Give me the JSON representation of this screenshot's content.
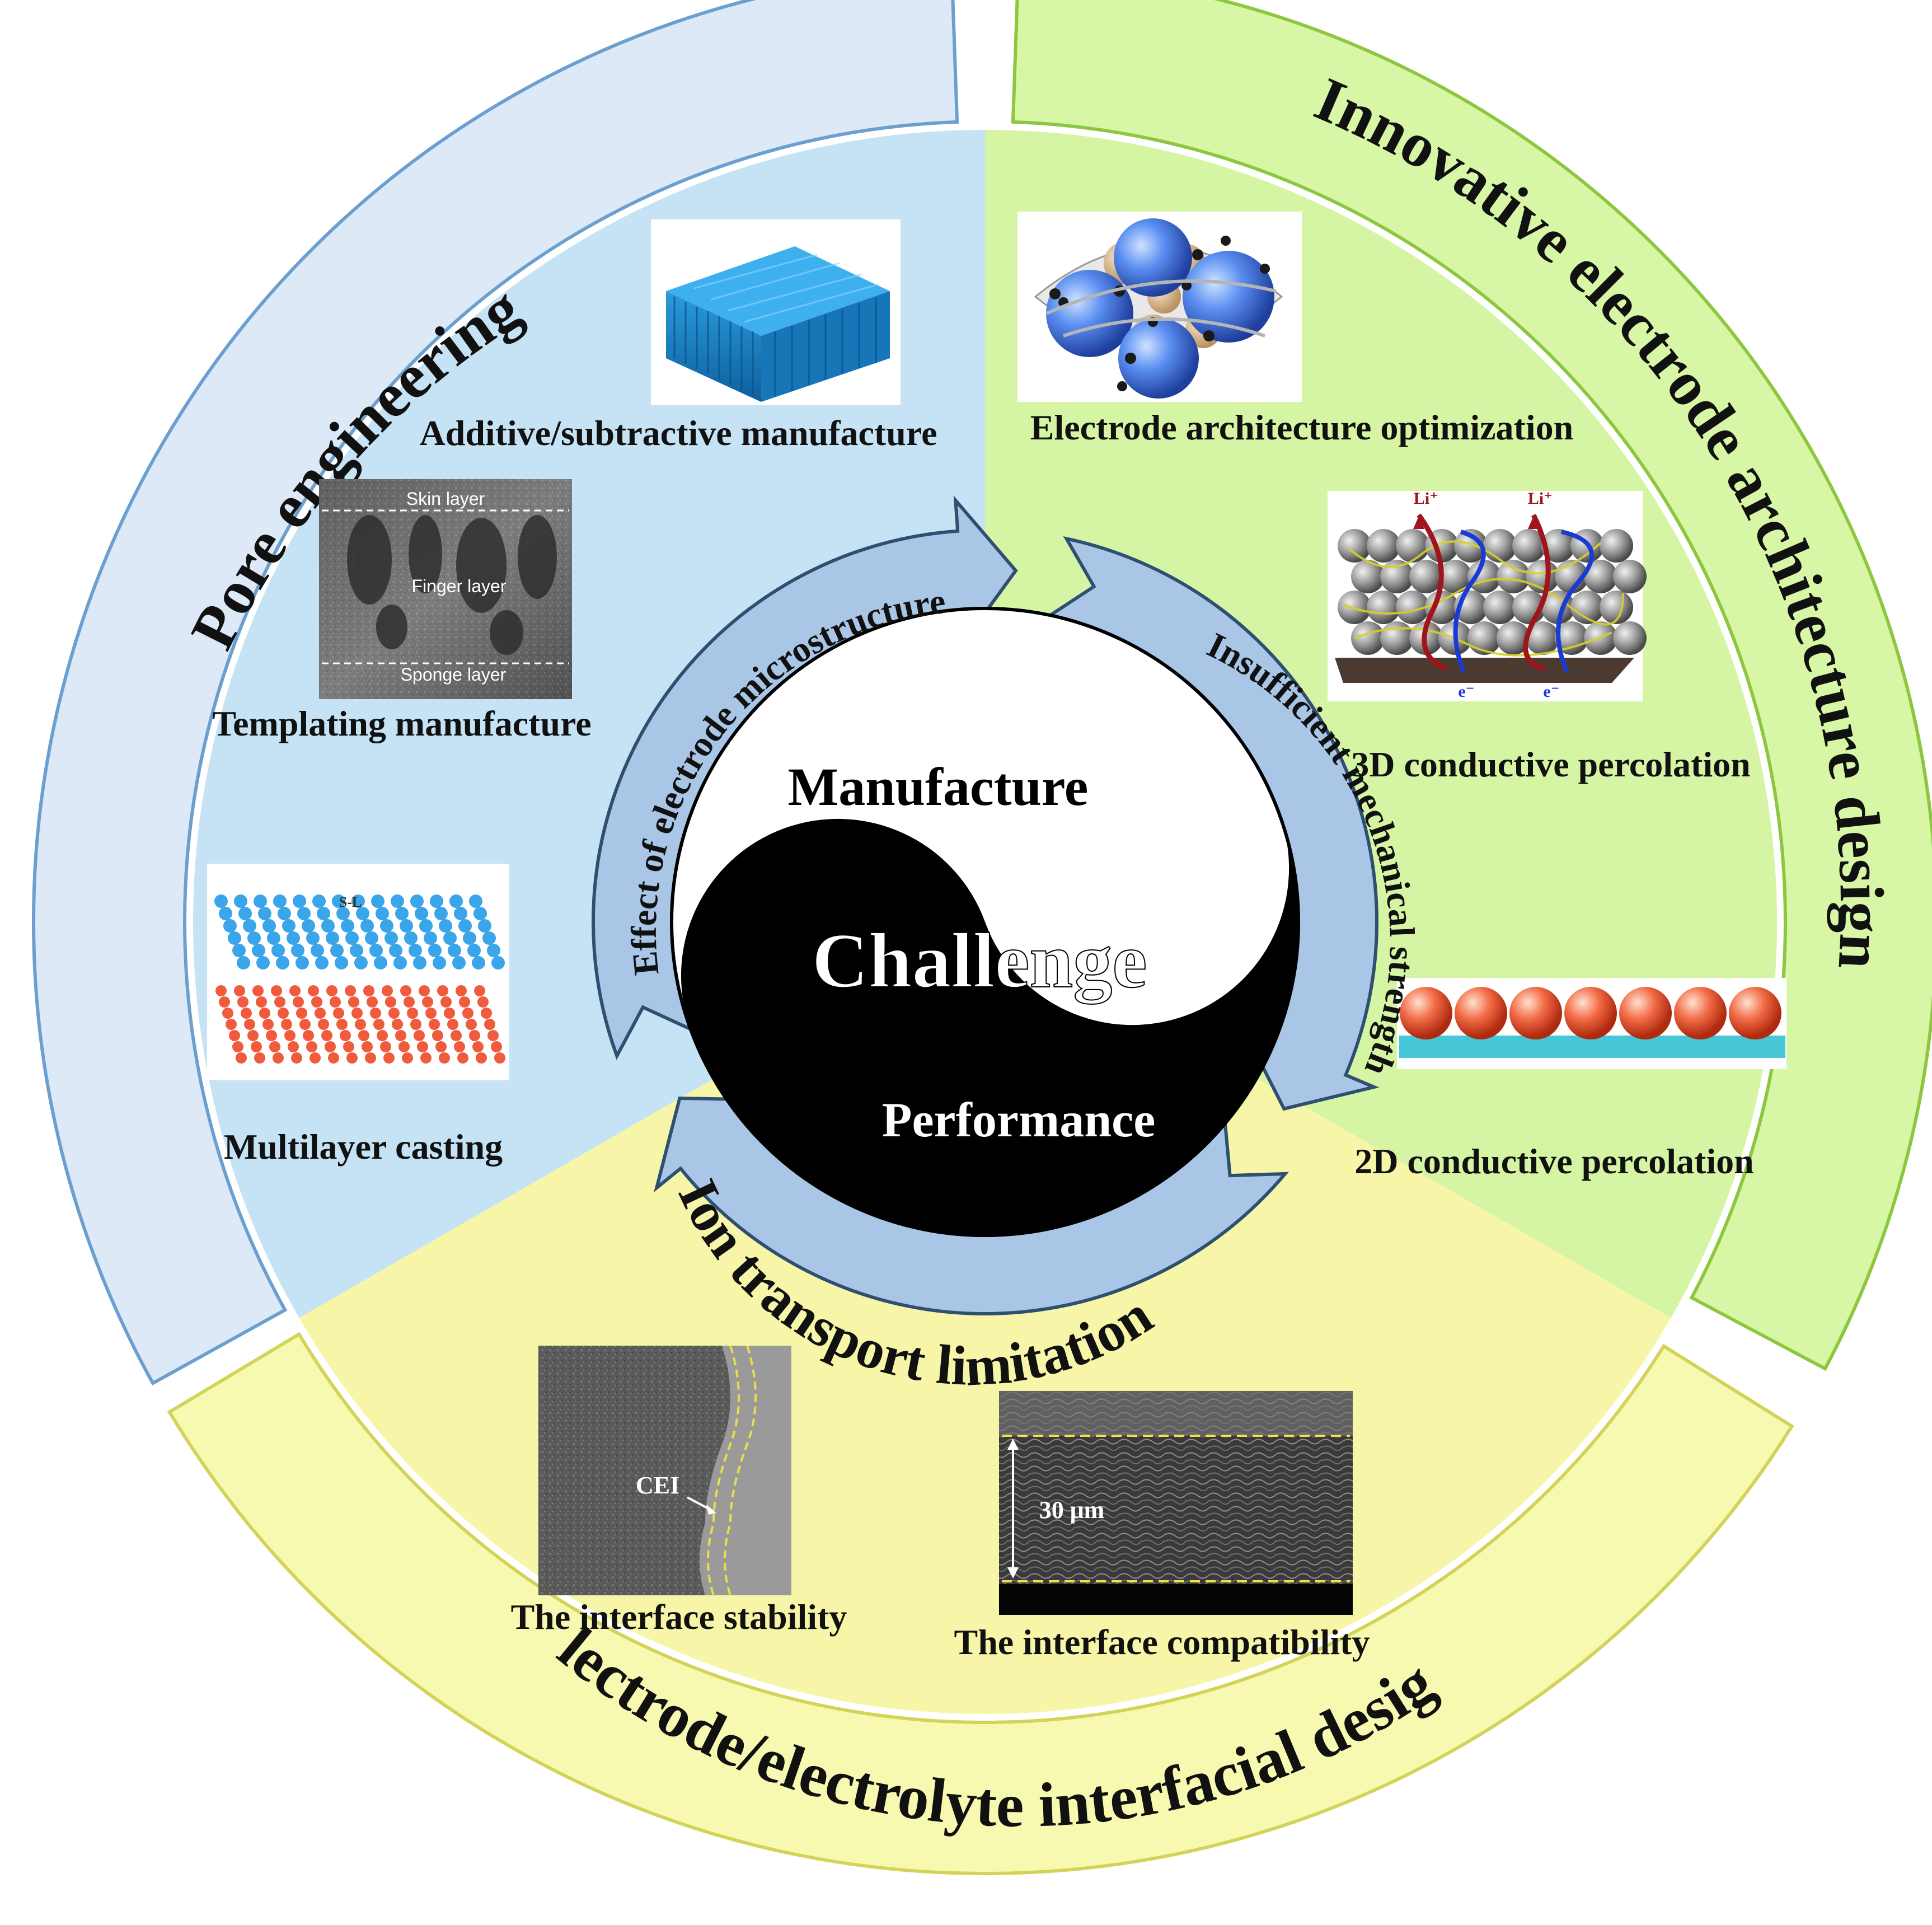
{
  "center": {
    "manufacture": "Manufacture",
    "challenge": "Challenge",
    "performance": "Performance"
  },
  "arrows": {
    "microstructure": "Effect of electrode microstructure",
    "mechanical": "Insufficient mechanical strength",
    "ion_transport": "Ion transport limitation"
  },
  "sections": {
    "pore": {
      "title": "Pore engineering",
      "color": "#c5e3f4",
      "items": [
        {
          "caption": "Additive/subtractive manufacture"
        },
        {
          "caption": "Templating manufacture",
          "labels": [
            "Skin layer",
            "Finger layer",
            "Sponge layer"
          ]
        },
        {
          "caption": "Multilayer casting",
          "labels": [
            "S-L"
          ]
        }
      ]
    },
    "architecture": {
      "title": "Innovative electrode architecture design",
      "color": "#d6f5a4",
      "items": [
        {
          "caption": "Electrode architecture optimization"
        },
        {
          "caption": "3D conductive percolation",
          "labels": [
            "Li⁺",
            "Li⁺",
            "e⁻",
            "e⁻"
          ]
        },
        {
          "caption": "2D conductive percolation"
        }
      ]
    },
    "interface": {
      "title": "Electrode/electrolyte interfacial design",
      "color": "#f7f6a8",
      "items": [
        {
          "caption": "The interface stability",
          "labels": [
            "CEI"
          ]
        },
        {
          "caption": "The interface compatibility",
          "labels": [
            "30 μm"
          ]
        }
      ]
    }
  },
  "colors": {
    "pore_outer": "#dde9f6",
    "architecture_outer": "#d8f7a6",
    "interface_outer": "#f8f9b0",
    "arrow_fill": "#a9c6e6",
    "arrow_stroke": "#2f4f70"
  }
}
